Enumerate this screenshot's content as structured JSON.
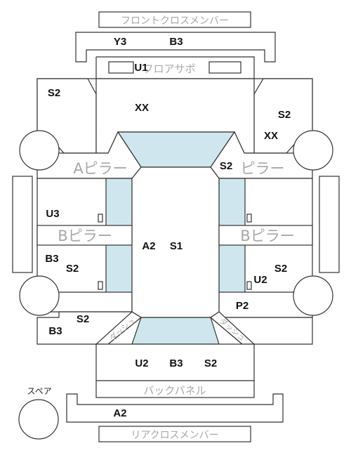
{
  "labels": {
    "front_cross_member": "フロントクロスメンバー",
    "floor_support": "フロアサポ",
    "a_pillar_left": "Aピラー",
    "a_pillar_right": "ピラー",
    "b_pillar_left": "Bピラー",
    "b_pillar_right": "Bピラー",
    "dash_left": "ダッシュ",
    "dash_right": "ダッシュ",
    "back_panel": "バックパネル",
    "rear_cross_member": "リアクロスメンバー",
    "spare": "スペア"
  },
  "codes": {
    "front_y3": "Y3",
    "front_b3": "B3",
    "floor_u1": "U1",
    "front_left_s2": "S2",
    "front_xx": "XX",
    "front_right_s2": "S2",
    "front_right_xx": "XX",
    "right_a_s2": "S2",
    "left_u3": "U3",
    "center_a2": "A2",
    "center_s1": "S1",
    "left_b3": "B3",
    "left_s2": "S2",
    "right_s2": "S2",
    "right_u2": "U2",
    "left_rear_s2": "S2",
    "right_p2": "P2",
    "left_rear_b3": "B3",
    "rear_u2": "U2",
    "rear_b3": "B3",
    "rear_s2": "S2",
    "rear_a2": "A2"
  }
}
